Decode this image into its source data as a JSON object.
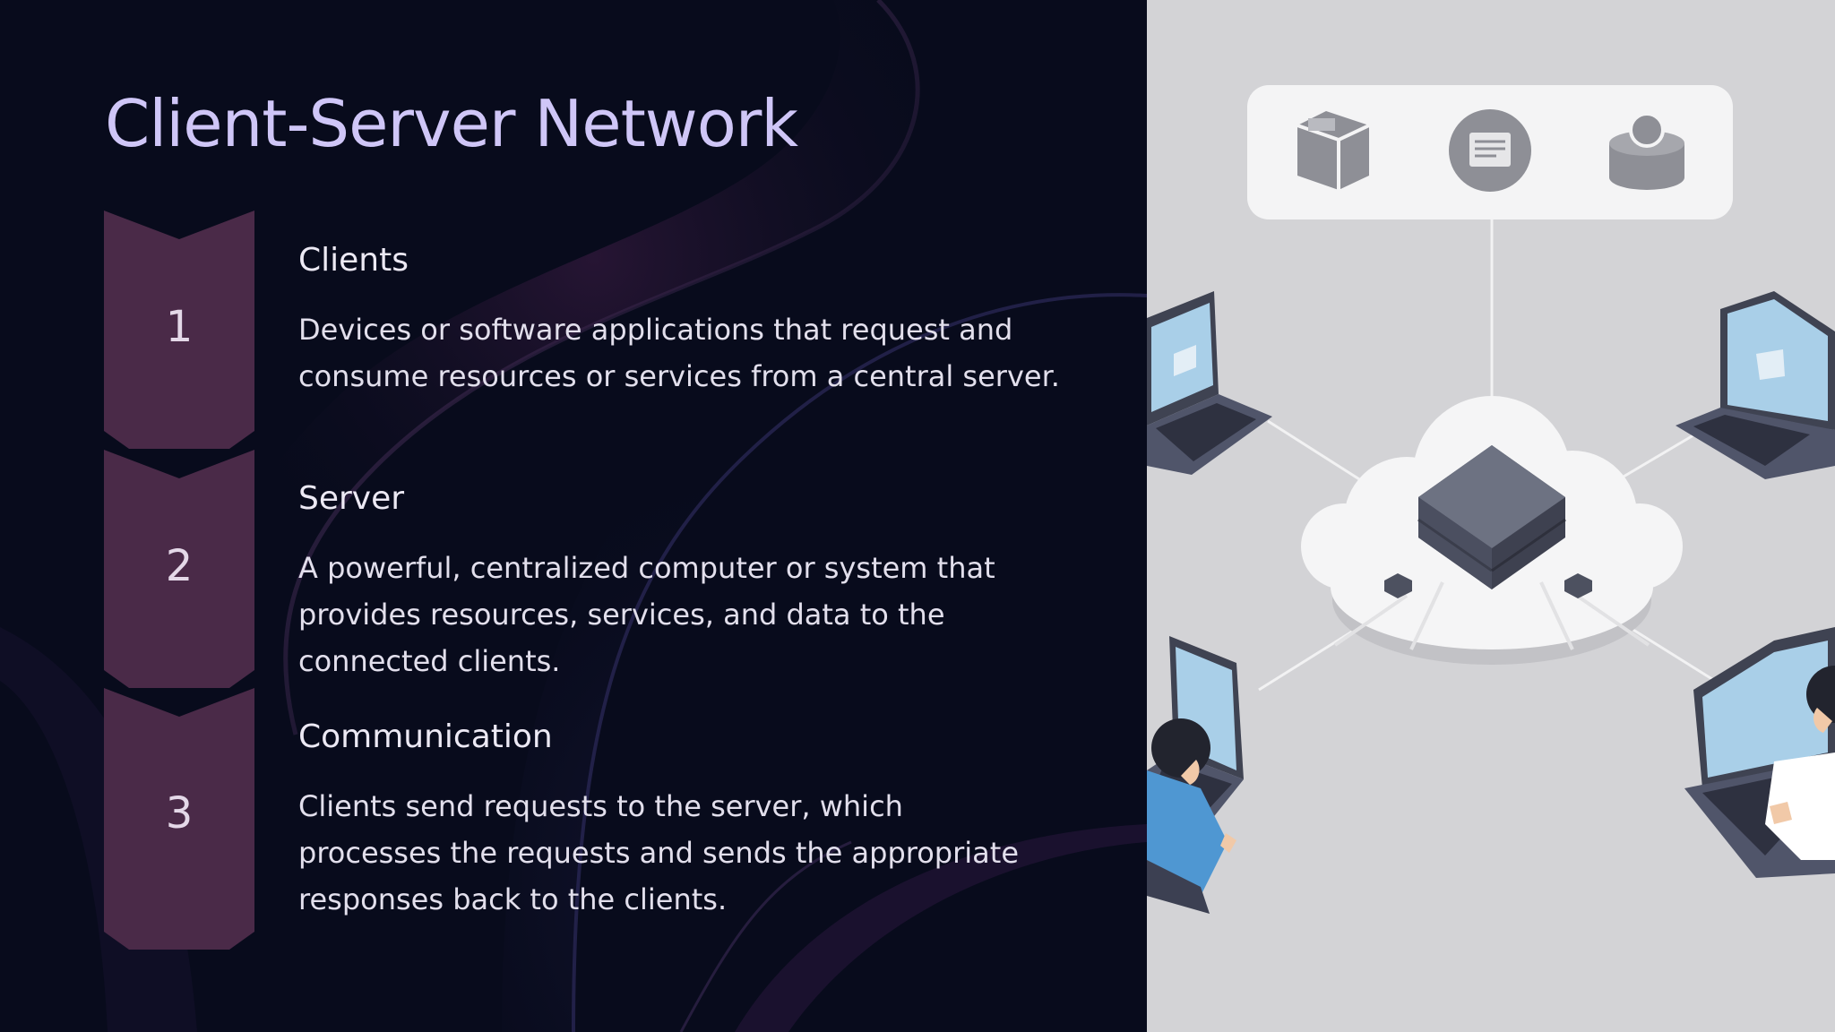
{
  "slide": {
    "title": "Client-Server Network",
    "steps": [
      {
        "number": "1",
        "heading": "Clients",
        "description": "Devices or software applications that request and consume resources or services from a central server."
      },
      {
        "number": "2",
        "heading": "Server",
        "description": "A powerful, centralized computer or system that provides resources, services, and data to the connected clients."
      },
      {
        "number": "3",
        "heading": "Communication",
        "description": "Clients send requests to the server, which processes the requests and sends the appropriate responses back to the clients."
      }
    ]
  },
  "colors": {
    "background": "#080b1c",
    "title": "#cfc6f7",
    "marker": "#4a2a48",
    "text": "#e2dfec",
    "illustration_bg": "#d3d3d6"
  },
  "illustration": {
    "icons": [
      "box-icon",
      "document-icon",
      "user-icon",
      "server-icon",
      "cloud-icon",
      "laptop-icon",
      "person-icon"
    ]
  }
}
